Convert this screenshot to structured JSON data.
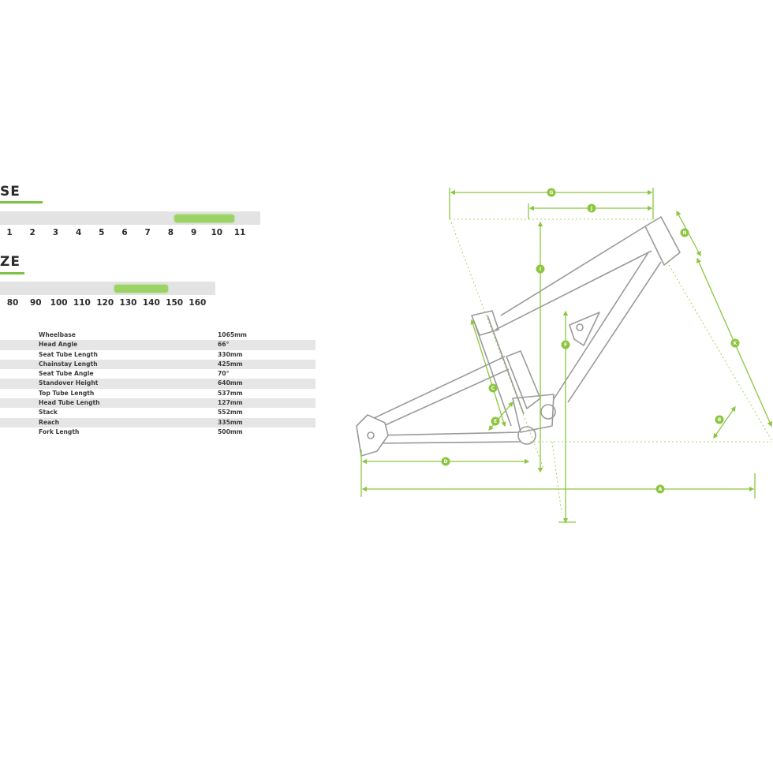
{
  "scale1": {
    "title": "SE",
    "ticks": [
      "1",
      "2",
      "3",
      "4",
      "5",
      "6",
      "7",
      "8",
      "9",
      "10",
      "11"
    ],
    "highlight_range": [
      8,
      10
    ]
  },
  "scale2": {
    "title": "ZE",
    "ticks": [
      "80",
      "90",
      "100",
      "110",
      "120",
      "130",
      "140",
      "150",
      "160"
    ],
    "highlight_range": [
      120,
      140
    ]
  },
  "geometry": [
    {
      "label": "Wheelbase",
      "value": "1065mm"
    },
    {
      "label": "Head Angle",
      "value": "66°"
    },
    {
      "label": "Seat Tube Length",
      "value": "330mm"
    },
    {
      "label": "Chainstay Length",
      "value": "425mm"
    },
    {
      "label": "Seat Tube Angle",
      "value": "70°"
    },
    {
      "label": "Standover Height",
      "value": "640mm"
    },
    {
      "label": "Top Tube Length",
      "value": "537mm"
    },
    {
      "label": "Head Tube Length",
      "value": "127mm"
    },
    {
      "label": "Stack",
      "value": "552mm"
    },
    {
      "label": "Reach",
      "value": "335mm"
    },
    {
      "label": "Fork Length",
      "value": "500mm"
    }
  ],
  "diagram": {
    "accent_color": "#8cc63f",
    "frame_color": "#9a9a9a",
    "labels": {
      "A": "A",
      "B": "B",
      "C": "C",
      "D": "D",
      "E": "E",
      "F": "F",
      "G": "G",
      "I": "I",
      "J": "J",
      "K": "K",
      "N": "N"
    }
  }
}
